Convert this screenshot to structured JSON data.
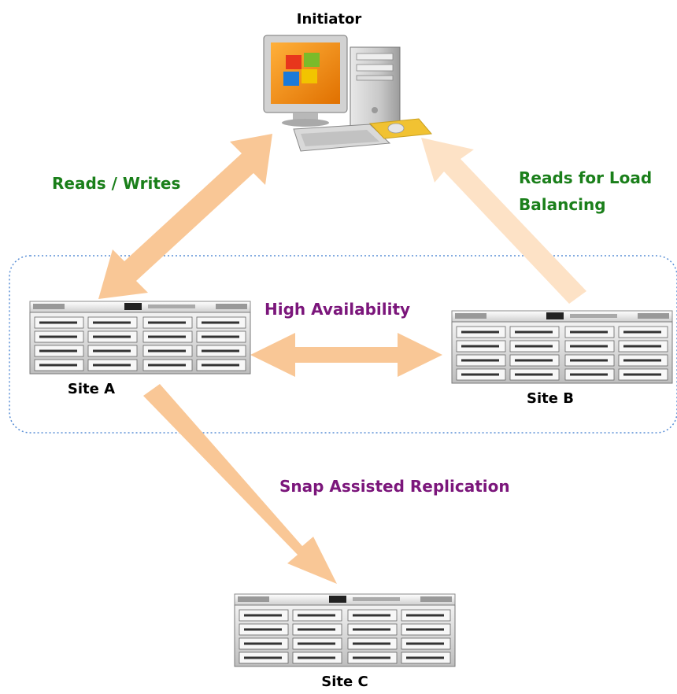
{
  "colors": {
    "arrow_main": "#f9c796",
    "arrow_light": "#fde2c6",
    "label_green": "#1a7f1a",
    "label_purple": "#7b167b",
    "group_border": "#5a8fd6"
  },
  "nodes": {
    "initiator": {
      "label": "Initiator",
      "icon": "desktop-computer-icon"
    },
    "site_a": {
      "label": "Site A",
      "icon": "rack-server-icon"
    },
    "site_b": {
      "label": "Site B",
      "icon": "rack-server-icon"
    },
    "site_c": {
      "label": "Site C",
      "icon": "rack-server-icon"
    }
  },
  "edges": {
    "reads_writes": {
      "label": "Reads / Writes"
    },
    "load_balancing": {
      "label_line1": "Reads for Load",
      "label_line2": "Balancing"
    },
    "high_availability": {
      "label": "High Availability"
    },
    "replication": {
      "label": "Snap Assisted Replication"
    }
  }
}
